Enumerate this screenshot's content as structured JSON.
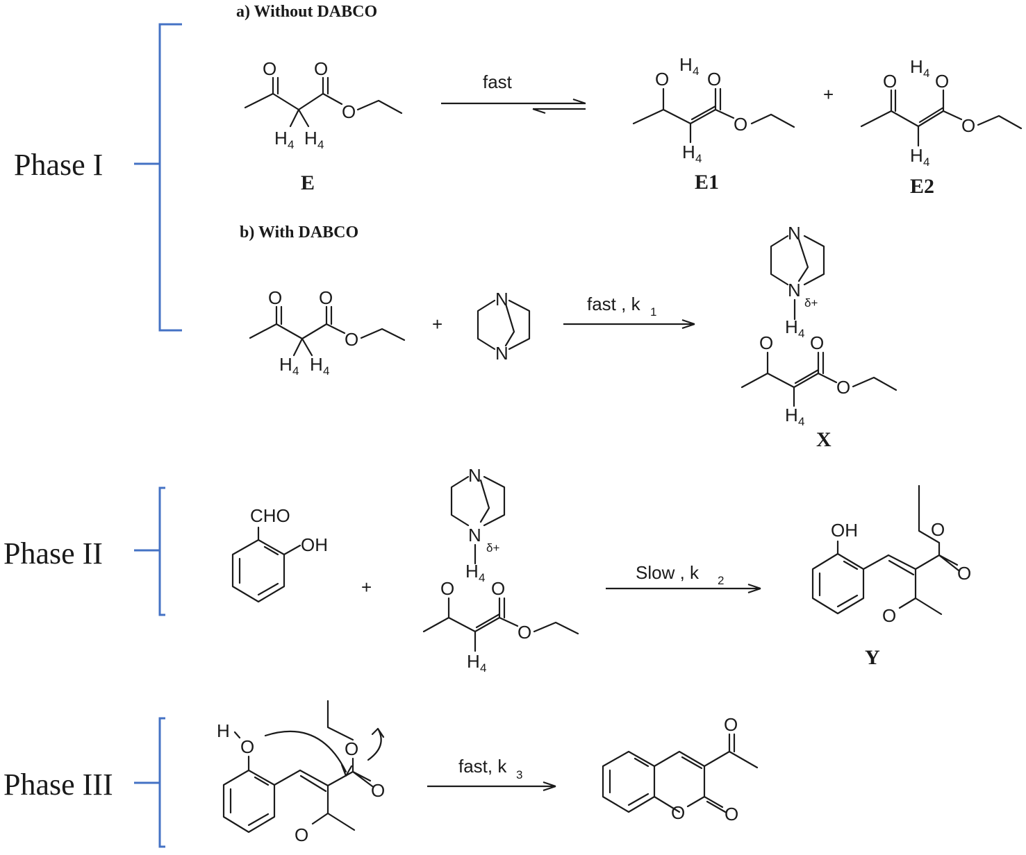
{
  "phases": [
    {
      "label": "Phase I"
    },
    {
      "label": "Phase II"
    },
    {
      "label": "Phase III"
    }
  ],
  "section_a": {
    "title": "a) Without DABCO"
  },
  "section_b": {
    "title": "b) With DABCO"
  },
  "compounds": {
    "E": "E",
    "E1": "E1",
    "E2": "E2",
    "X": "X",
    "Y": "Y"
  },
  "conditions": {
    "phase1a": "fast",
    "phase1b_text": "fast , k",
    "phase1b_sub": "1",
    "phase2_text": "Slow  , k",
    "phase2_sub": "2",
    "phase3_text": "fast, k",
    "phase3_sub": "3"
  },
  "symbols": {
    "plus": "+",
    "O": "O",
    "N": "N",
    "H": "H",
    "H4_sub": "4",
    "delta_plus": "δ+",
    "CHO": "CHO",
    "OH": "OH"
  },
  "colors": {
    "bracket": "#4472c4",
    "ink": "#1a1a1a"
  }
}
